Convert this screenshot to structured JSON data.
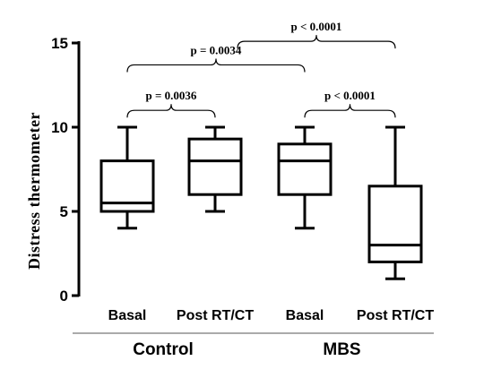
{
  "chart_data": {
    "type": "box",
    "ylabel": "Distress thermometer",
    "ylim": [
      0,
      15
    ],
    "yticks": [
      0,
      5,
      10,
      15
    ],
    "categories": [
      "Basal",
      "Post RT/CT",
      "Basal",
      "Post RT/CT"
    ],
    "groups": [
      {
        "label": "Control",
        "categories": [
          0,
          1
        ]
      },
      {
        "label": "MBS",
        "categories": [
          2,
          3
        ]
      }
    ],
    "boxes": [
      {
        "category": "Basal",
        "group": "Control",
        "min": 4,
        "q1": 5,
        "median": 5.5,
        "q3": 8,
        "max": 10
      },
      {
        "category": "Post RT/CT",
        "group": "Control",
        "min": 5,
        "q1": 6,
        "median": 8,
        "q3": 9.3,
        "max": 10
      },
      {
        "category": "Basal",
        "group": "MBS",
        "min": 4,
        "q1": 6,
        "median": 8,
        "q3": 9,
        "max": 10
      },
      {
        "category": "Post RT/CT",
        "group": "MBS",
        "min": 1,
        "q1": 2,
        "median": 3,
        "q3": 6.5,
        "max": 10
      }
    ],
    "comparisons": [
      {
        "from": 0,
        "to": 1,
        "label": "p = 0.0036",
        "level": 11
      },
      {
        "from": 0,
        "to": 2,
        "label": "p = 0.0034",
        "level": 13.7
      },
      {
        "from": 2,
        "to": 3,
        "label": "p < 0.0001",
        "level": 11
      },
      {
        "from": 1,
        "to": 3,
        "label": "p < 0.0001",
        "level": 15.1
      }
    ],
    "grid": false,
    "legend": "none"
  }
}
